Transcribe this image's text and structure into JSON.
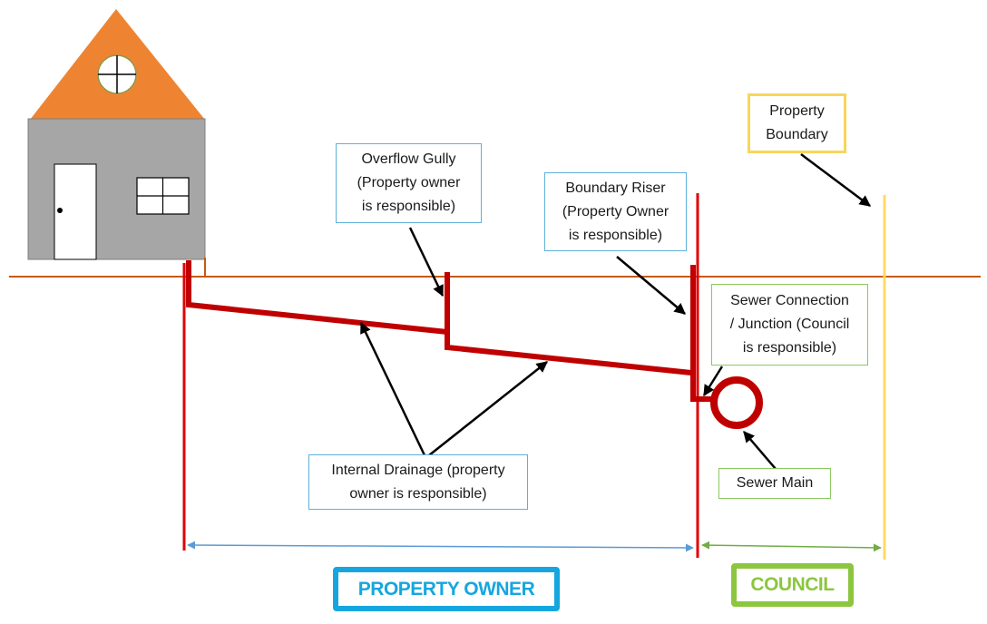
{
  "labels": {
    "overflow_gully": [
      "Overflow Gully",
      "(Property owner",
      "is responsible)"
    ],
    "boundary_riser": [
      "Boundary Riser",
      "(Property Owner",
      "is responsible)"
    ],
    "property_boundary": [
      "Property",
      "Boundary"
    ],
    "sewer_connection": [
      "Sewer Connection",
      "/ Junction (Council",
      "is responsible)"
    ],
    "sewer_main": [
      "Sewer Main"
    ],
    "internal_drainage": [
      "Internal Drainage (property",
      "owner is responsible)"
    ]
  },
  "regions": {
    "property_owner": "PROPERTY OWNER",
    "council": "COUNCIL"
  },
  "colors": {
    "roof": "#ee8432",
    "house_wall": "#a6a6a6",
    "ground_line": "#c55a11",
    "pipe": "#c00000",
    "boundary_line_red": "#e00000",
    "property_boundary_line": "#ffd966",
    "owner_accent": "#16a6df",
    "council_accent": "#8cc63f",
    "span_arrow_owner": "#5b9bd5",
    "span_arrow_council": "#70ad47"
  }
}
